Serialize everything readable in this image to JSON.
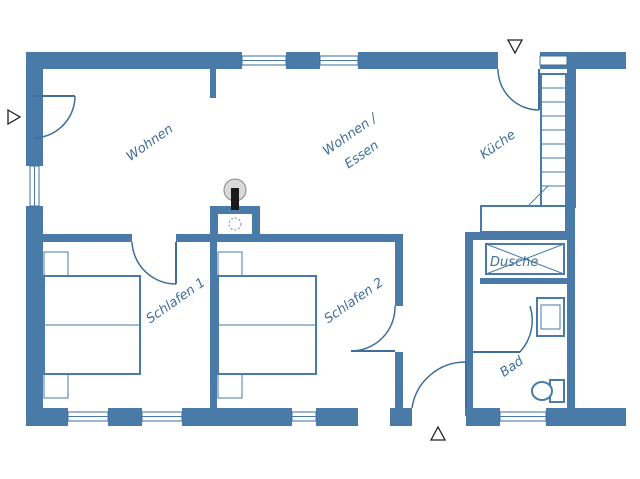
{
  "rooms": {
    "wohnen": "Wohnen",
    "wohnen_essen_line1": "Wohnen /",
    "wohnen_essen_line2": "Essen",
    "kueche": "Küche",
    "schlafen1": "Schlafen 1",
    "schlafen2": "Schlafen 2",
    "dusche": "Dusche",
    "bad": "Bad"
  },
  "colors": {
    "wall": "#4a7aa7",
    "label": "#3f6e9a",
    "background": "#ffffff"
  },
  "icons": [
    "entrance-arrow-icon",
    "stove-icon",
    "shower-icon",
    "sink-icon",
    "toilet-icon"
  ]
}
